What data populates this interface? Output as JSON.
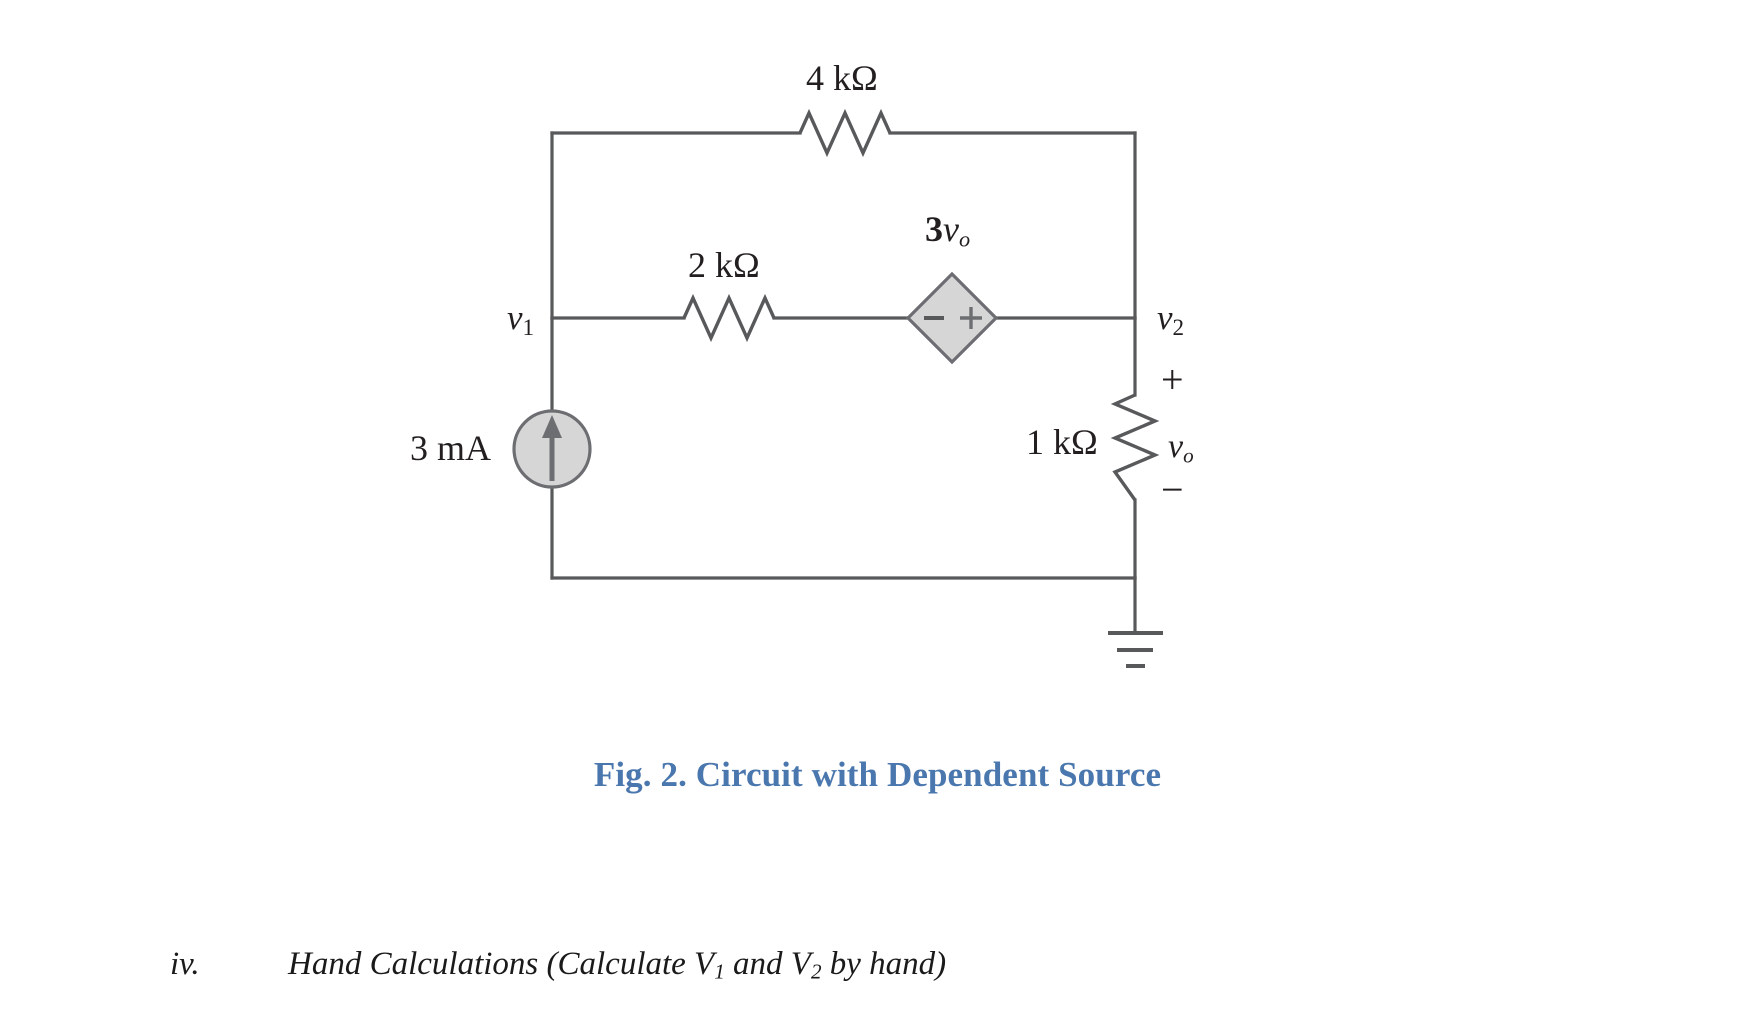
{
  "figure": {
    "caption": "Fig. 2. Circuit with Dependent Source",
    "caption_color": "#4a77ad",
    "wire_color": "#58595b",
    "component_fill": "#d6d6d6",
    "components": {
      "resistor_top": {
        "label": "4 kΩ",
        "value": 4,
        "unit": "kΩ",
        "orientation": "horizontal",
        "branch": "top"
      },
      "resistor_middle": {
        "label": "2 kΩ",
        "value": 2,
        "unit": "kΩ",
        "orientation": "horizontal",
        "branch": "middle"
      },
      "resistor_right": {
        "label": "1 kΩ",
        "value": 1,
        "unit": "kΩ",
        "orientation": "vertical",
        "branch": "right"
      },
      "current_source": {
        "label": "3 mA",
        "value": 3,
        "unit": "mA",
        "type": "independent-current-source",
        "direction": "up"
      },
      "dependent_source": {
        "label_num": "3",
        "label_var": "v",
        "label_sub": "o",
        "type": "voltage-controlled-voltage-source",
        "plus": "+",
        "minus": "−"
      },
      "ground": {
        "type": "earth-ground",
        "bars": 3
      }
    },
    "nodes": {
      "v1": {
        "name": "v",
        "sub": "1"
      },
      "v2": {
        "name": "v",
        "sub": "2"
      }
    },
    "output_voltage": {
      "name": "v",
      "sub": "o",
      "plus": "+",
      "minus": "−"
    }
  },
  "task": {
    "enumerator": "iv.",
    "text_before": "Hand Calculations (Calculate V",
    "sub1": "1",
    "text_middle": " and V",
    "sub2": "2",
    "text_after": " by hand)"
  }
}
